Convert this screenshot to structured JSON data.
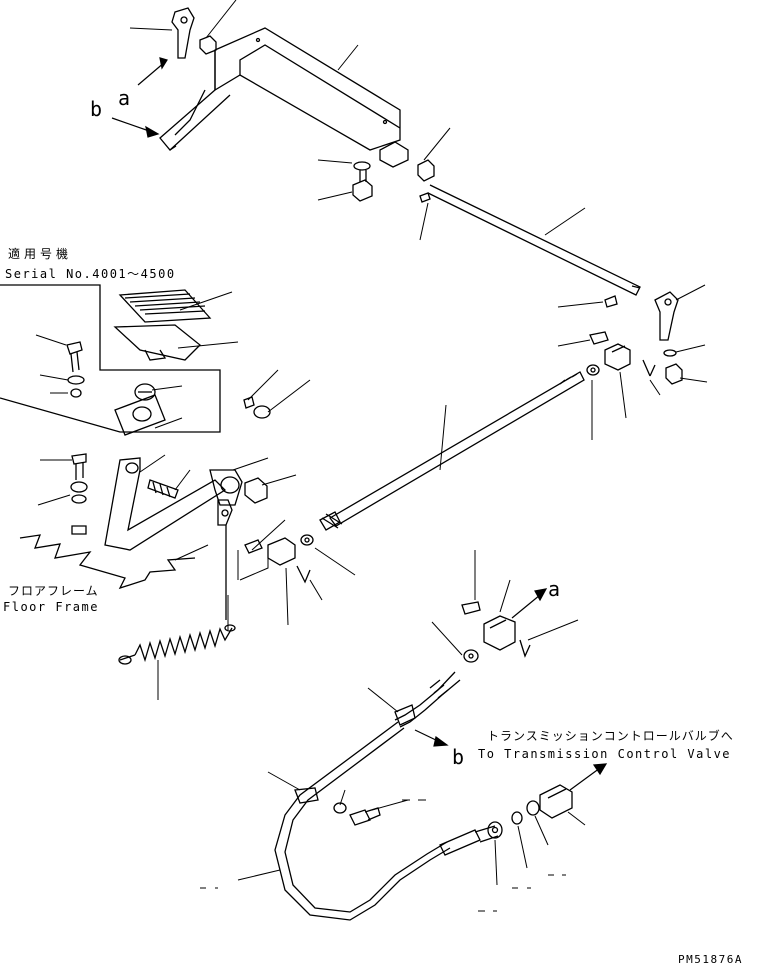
{
  "callouts": {
    "a_top": "a",
    "b_top": "b",
    "a_right": "a",
    "b_bottom": "b"
  },
  "serial_box": {
    "title_jp": "適用号機",
    "serial": "Serial No.4001～4500"
  },
  "floor_frame": {
    "jp": "フロアフレーム",
    "en": "Floor Frame"
  },
  "transmission": {
    "jp": "トランスミッションコントロールバルブへ",
    "en": "To Transmission Control Valve"
  },
  "drawing_number": "PM51876A",
  "colors": {
    "ink": "#000000",
    "paper": "#ffffff"
  }
}
